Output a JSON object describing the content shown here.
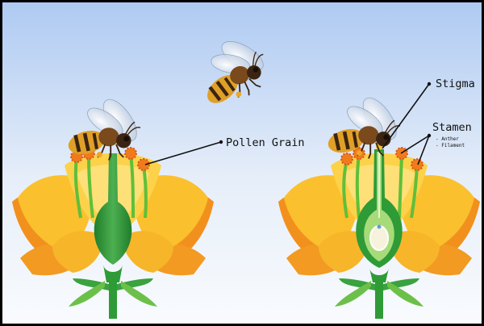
{
  "diagram": {
    "labels": {
      "pollen_grain": "Pollen Grain",
      "stigma": "Stigma",
      "stamen": "Stamen",
      "anther": "- Anther",
      "filament": "- Filament"
    },
    "colors": {
      "sky_top": "#aecaf2",
      "sky_bottom": "#f7fafd",
      "petal_orange": "#f2901e",
      "petal_yellow": "#fbc02d",
      "petal_light": "#fde68a",
      "stem_green": "#2e9b37",
      "stem_light": "#6cc04a",
      "anther_orange": "#f07b1c",
      "bee_gold": "#e0a028",
      "bee_dark": "#3b2412",
      "line": "#111111"
    }
  }
}
